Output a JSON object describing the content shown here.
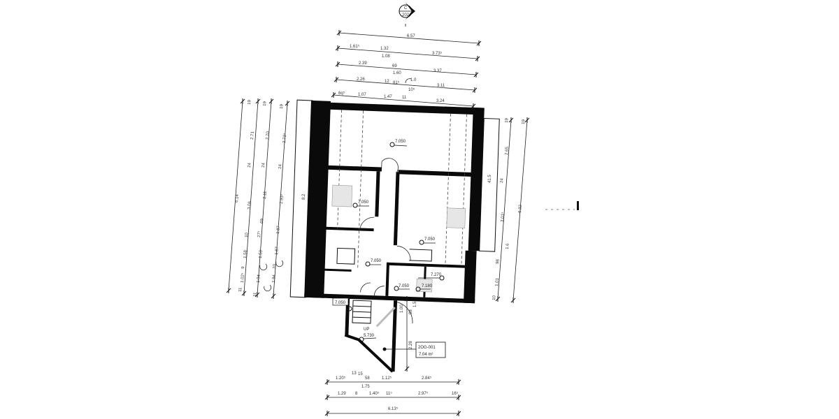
{
  "north_marker": {
    "top": "C",
    "bottom": "202"
  },
  "dimensions": {
    "top": [
      [
        "6.57"
      ],
      [
        "1.61⁵",
        "1.32",
        "3.73⁵",
        "1.08"
      ],
      [
        "2.39",
        "69",
        "3.37",
        "1.60"
      ],
      [
        "2.26",
        "12",
        "81⁵",
        "1.0",
        "10⁵",
        "3.11"
      ],
      [
        "6q⁵",
        "1.07",
        "1.47",
        "11",
        "3.24"
      ]
    ],
    "left": [
      [
        "6.14"
      ],
      [
        "19",
        "2.71",
        "24",
        "3.06",
        "10",
        "1.58",
        "9",
        "1.02⁵",
        "11"
      ],
      [
        "19",
        "2.70",
        "24",
        "2.11",
        "69",
        "27⁵",
        "1.53",
        "1.94",
        "11"
      ],
      [
        "19",
        "2.71⁵",
        "24",
        "2.93⁵",
        "1.87",
        "1.87",
        "20",
        "1.94"
      ]
    ],
    "right": [
      [
        "19",
        "2.65",
        "24",
        "3.01⁵",
        "1.6",
        "98",
        "1.01",
        "10"
      ],
      [
        "19",
        "6.32"
      ]
    ],
    "bottom": [
      [
        "1.20⁵",
        "13",
        "15",
        "58",
        "1.75",
        "1.12⁵",
        "2.84⁵"
      ],
      [
        "1.29",
        "8",
        "1.40⁵",
        "11⁵",
        "2.97⁵",
        "16⁵"
      ],
      [
        "6.13⁵"
      ]
    ],
    "stair": [
      "1.00",
      "98",
      "2.28",
      "1.5"
    ]
  },
  "side_marks": {
    "left": "8.2",
    "right": "41.5"
  },
  "levels": [
    "7.050",
    "7.050",
    "7.050",
    "7.050",
    "7.050",
    "7.270",
    "7.180",
    "7.050",
    "5.730"
  ],
  "stair_label": "UP",
  "room_tag": {
    "id": "2OG-001",
    "area": "7.04 m²"
  }
}
